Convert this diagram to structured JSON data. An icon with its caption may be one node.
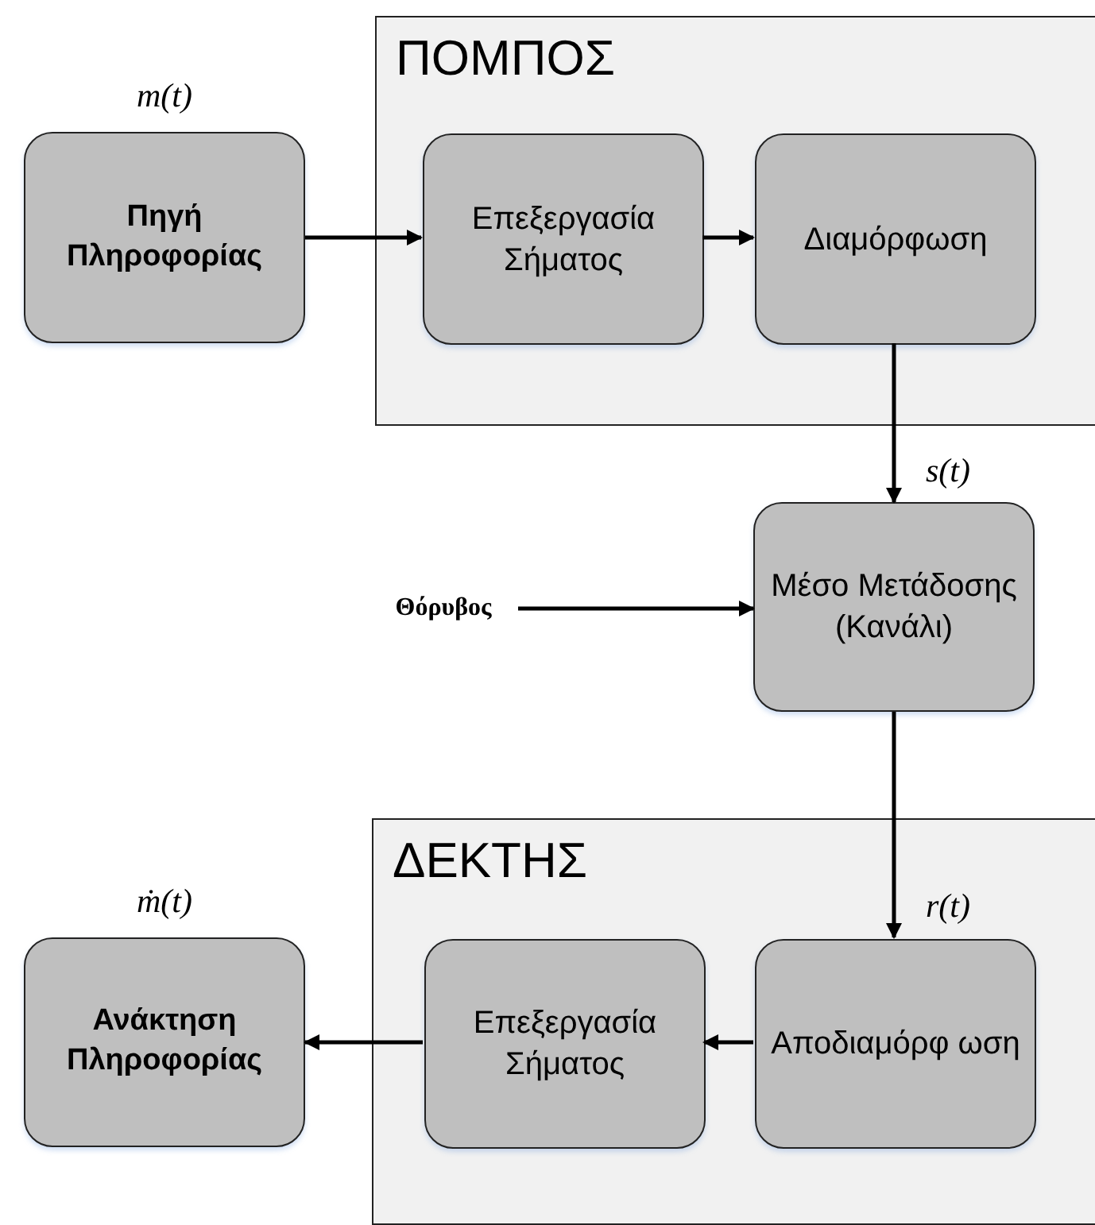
{
  "diagram": {
    "nodes": [
      {
        "text": [
          "ΠΟΜΠΟΣ"
        ]
      },
      {
        "text": [
          "Πηγή Πληροφορίας"
        ],
        "beside": [
          "m(t)"
        ]
      },
      {
        "text": [
          "Επεξεργασία Σήματος"
        ],
        "in": 0
      },
      {
        "text": [
          "Διαμόρφωση"
        ],
        "in": 0
      },
      {
        "text": [
          "Θόρυβος"
        ]
      },
      {
        "text": [
          "Μέσο Μετάδοσης (Κανάλι)"
        ]
      },
      {
        "text": [
          "ΔΕΚΤΗΣ"
        ]
      },
      {
        "text": [
          "Ανάκτηση Πληροφορίας"
        ],
        "beside": [
          "ṁ(t)"
        ]
      },
      {
        "text": [
          "Επεξεργασία Σήματος"
        ],
        "in": 6
      },
      {
        "text": [
          "Αποδιαμόρφ ωση"
        ],
        "in": 6
      }
    ],
    "edges": [
      {
        "from": 1,
        "to": 2,
        "arrow": "to"
      },
      {
        "from": 2,
        "to": 3,
        "arrow": "to"
      },
      {
        "from": 3,
        "to": 5,
        "arrow": "to",
        "label": "s(t)"
      },
      {
        "from": 4,
        "to": 5,
        "arrow": "to"
      },
      {
        "from": 5,
        "to": 9,
        "arrow": "to",
        "label": "r(t)"
      },
      {
        "from": 9,
        "to": 8,
        "arrow": "to"
      },
      {
        "from": 8,
        "to": 7,
        "arrow": "to"
      }
    ]
  }
}
